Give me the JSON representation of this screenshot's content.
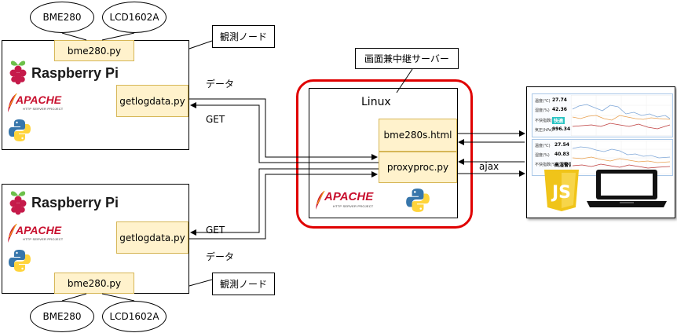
{
  "nodes": {
    "top": {
      "sensor1": "BME280",
      "sensor2": "LCD1602A",
      "script": "bme280.py",
      "callout": "観測ノード",
      "rpi_label": "Raspberry Pi",
      "getlog": "getlogdata.py",
      "data_label": "データ",
      "get_label": "GET"
    },
    "bottom": {
      "sensor1": "BME280",
      "sensor2": "LCD1602A",
      "script": "bme280.py",
      "callout": "観測ノード",
      "rpi_label": "Raspberry Pi",
      "getlog": "getlogdata.py",
      "get_label": "GET",
      "data_label": "データ"
    }
  },
  "server": {
    "callout": "画面兼中継サーバー",
    "os_label": "Linux",
    "html_file": "bme280s.html",
    "proxy_file": "proxyproc.py",
    "ajax_label": "ajax"
  },
  "apache": {
    "wordmark": "APACHE",
    "subtitle": "HTTP SERVER PROJECT"
  },
  "js_logo": "JS",
  "dashboard": {
    "rows_top": [
      {
        "label": "温度(℃)",
        "value": "27.74"
      },
      {
        "label": "湿度(%)",
        "value": "42.36"
      },
      {
        "label": "不快指数(%)",
        "value": "快適"
      },
      {
        "label": "気圧(hPa)",
        "value": "996.34"
      }
    ],
    "rows_bottom": [
      {
        "label": "温度(℃)",
        "value": "27.54"
      },
      {
        "label": "湿度(%)",
        "value": "40.83"
      },
      {
        "label": "不快指数(%)",
        "value": "高湿警告"
      }
    ]
  },
  "colors": {
    "script_fill": "#fff2cc",
    "script_border": "#d6b656",
    "server_highlight": "#e00000",
    "apache_red": "#c8102e",
    "js_yellow": "#f0c419",
    "python_blue": "#3776ab",
    "python_yellow": "#ffd43b",
    "rpi_red": "#c51a4a",
    "rpi_green": "#6cc04a"
  },
  "icons": [
    "raspberry-pi-logo-icon",
    "apache-feather-icon",
    "python-logo-icon",
    "javascript-logo-icon",
    "laptop-icon"
  ]
}
